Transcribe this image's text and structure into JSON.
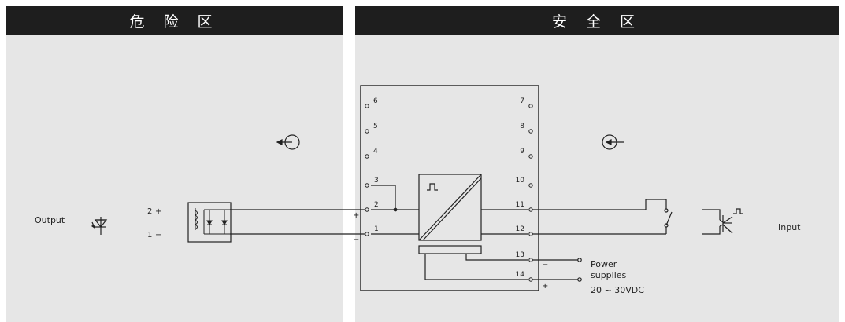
{
  "zones": {
    "hazardous": "危 险 区",
    "safe": "安 全 区"
  },
  "labels": {
    "output": "Output",
    "input": "Input",
    "power_supplies_line1": "Power",
    "power_supplies_line2": "supplies",
    "power_voltage": "20 ~ 30VDC"
  },
  "field_terminals": {
    "t2": "2",
    "t1": "1",
    "plus": "+",
    "minus": "−"
  },
  "barrier_polarity": {
    "plus": "+",
    "minus": "−"
  },
  "module_terminals": {
    "left": [
      "6",
      "5",
      "4",
      "3",
      "2",
      "1"
    ],
    "right": [
      "7",
      "8",
      "9",
      "10",
      "11",
      "12",
      "13",
      "14"
    ]
  },
  "power_polarity": {
    "minus": "−",
    "plus": "+"
  },
  "icons": [
    "signal-output-icon",
    "signal-input-icon",
    "led-icon",
    "zener-barrier-icon",
    "isolation-icon",
    "switch-contact-icon",
    "transistor-icon",
    "pulse-icon"
  ]
}
